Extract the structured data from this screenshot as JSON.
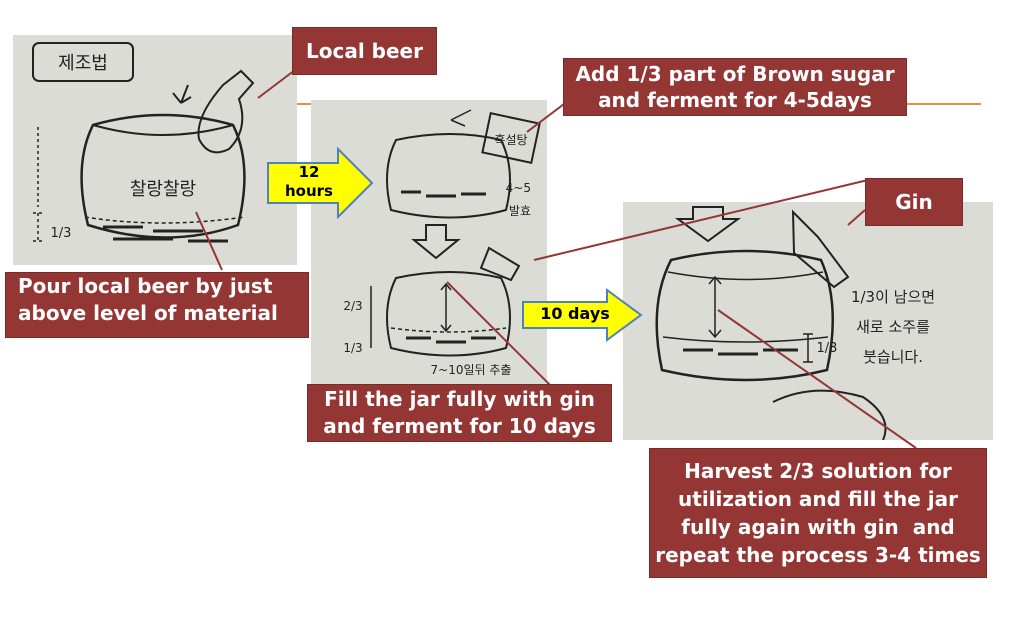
{
  "photos": {
    "photo1": {
      "title_glyph": "제조법",
      "jar_text": "찰랑찰랑",
      "fraction": "1/3"
    },
    "photo2": {
      "sticker_text": "흑설탕",
      "days_note": "4~5",
      "days_note2": "발효",
      "fraction_top": "2/3",
      "fraction_bottom": "1/3",
      "bottom_note": "7~10일뒤 추출"
    },
    "photo3": {
      "fraction": "1/3",
      "note_line1": "1/3이 남으면",
      "note_line2": "새로 소주를",
      "note_line3": "붓습니다."
    }
  },
  "labels": {
    "local_beer": "Local beer",
    "brown_sugar_line1": "Add 1/3 part of Brown sugar",
    "brown_sugar_line2": "and ferment for 4-5days",
    "gin": "Gin",
    "pour_line1": "Pour local beer by just",
    "pour_line2": "above level of material",
    "fill_line1": "Fill the jar fully with gin",
    "fill_line2": "and ferment for 10 days",
    "harvest_line1": "Harvest 2/3 solution for",
    "harvest_line2": "utilization and fill the jar",
    "harvest_line3": "fully again with gin  and",
    "harvest_line4": "repeat the process 3-4 times"
  },
  "arrows": {
    "first_line1": "12",
    "first_line2": "hours",
    "second": "10 days"
  },
  "colors": {
    "label_bg": "#943634",
    "arrow_fill": "#ffff00",
    "arrow_border": "#4f81bd",
    "connector": "#e36c09",
    "paper": "#dcdcd6"
  }
}
